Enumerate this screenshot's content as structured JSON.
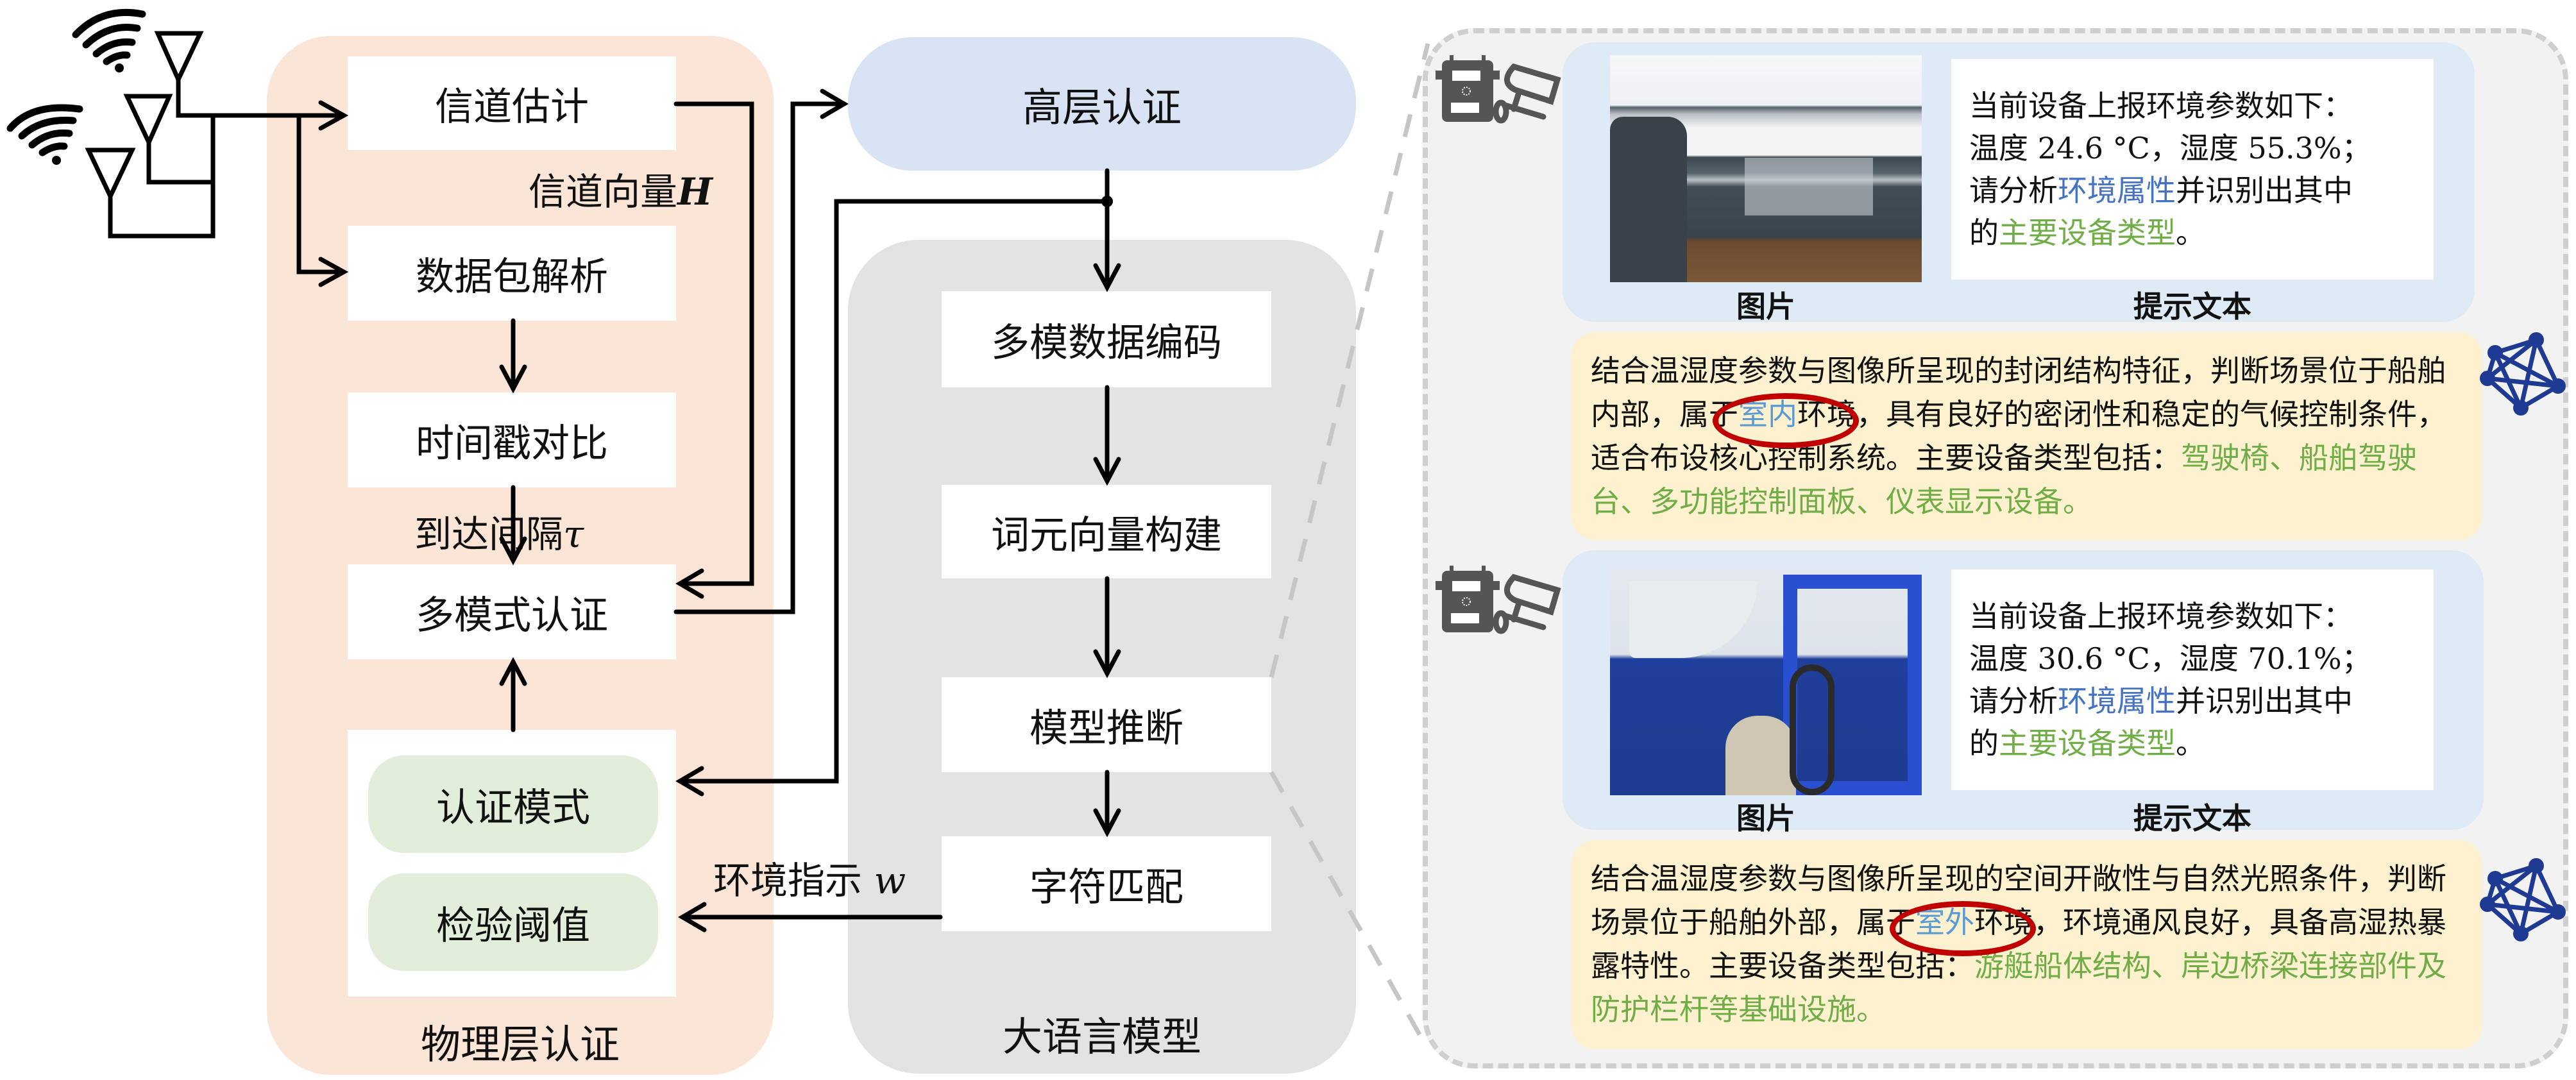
{
  "physical_layer": {
    "title": "物理层认证",
    "boxes": {
      "channel_estimation": "信道估计",
      "packet_parsing": "数据包解析",
      "timestamp_compare": "时间戳对比",
      "multimodal_auth": "多模式认证"
    },
    "config": {
      "auth_mode": "认证模式",
      "test_threshold": "检验阈值"
    },
    "labels": {
      "channel_vector": "信道向量",
      "channel_vector_symbol": "H",
      "arrival_interval": "到达间隔",
      "arrival_interval_symbol": "τ"
    }
  },
  "high_layer": {
    "title": "高层认证"
  },
  "llm": {
    "title": "大语言模型",
    "steps": [
      "多模数据编码",
      "词元向量构建",
      "模型推断",
      "字符匹配"
    ],
    "output_label": "环境指示",
    "output_symbol": "w"
  },
  "examples": [
    {
      "image_caption": "图片",
      "image_alt": "船舶驾驶台室内场景",
      "prompt_caption": "提示文本",
      "prompt": {
        "line1": "当前设备上报环境参数如下：",
        "line2": "温度 24.6 °C，湿度 55.3%；",
        "line3_pre": "请分析",
        "line3_hl": "环境属性",
        "line3_post": "并识别出其中",
        "line4_pre": "的",
        "line4_hl": "主要设备类型",
        "line4_post": "。"
      },
      "answer": {
        "pre": "结合温湿度参数与图像所呈现的封闭结构特征，判断场景位于船舶内部，属于",
        "env": "室内",
        "env_suffix": "环境",
        "mid": "，具有良好的密闭性和稳定的气候控制条件，适合布设核心控制系统。主要设备类型包括：",
        "devices": "驾驶椅、船舶驾驶台、多功能控制面板、仪表显示设备。"
      }
    },
    {
      "image_caption": "图片",
      "image_alt": "船舶甲板室外场景",
      "prompt_caption": "提示文本",
      "prompt": {
        "line1": "当前设备上报环境参数如下：",
        "line2": "温度 30.6 °C，湿度 70.1%；",
        "line3_pre": "请分析",
        "line3_hl": "环境属性",
        "line3_post": "并识别出其中",
        "line4_pre": "的",
        "line4_hl": "主要设备类型",
        "line4_post": "。"
      },
      "answer": {
        "pre": "结合温湿度参数与图像所呈现的空间开敞性与自然光照条件，判断场景位于船舶外部，属于",
        "env": "室外",
        "env_suffix": "环境",
        "mid": "，环境通风良好，具备高湿热暴露特性。主要设备类型包括：",
        "devices": "游艇船体结构、岸边桥梁连接部件及防护栏杆等基础设施。"
      }
    }
  ],
  "icons": {
    "wireless": "wifi-signal-icon",
    "antenna": "antenna-icon",
    "sensor": "sensor-camera-icon",
    "llm": "network-graph-icon"
  },
  "colors": {
    "physical_panel": "#fbe5d6",
    "high_layer": "#dae3f3",
    "llm_panel": "#e3e3e3",
    "config_pill": "#e2eed9",
    "example_outer": "#f2f2f2",
    "prompt_panel": "#deebf7",
    "answer_panel": "#fdf1cf",
    "highlight_blue": "#4472c4",
    "highlight_green": "#70ad47",
    "ring_red": "#c00000",
    "network_icon": "#1f3a93"
  }
}
